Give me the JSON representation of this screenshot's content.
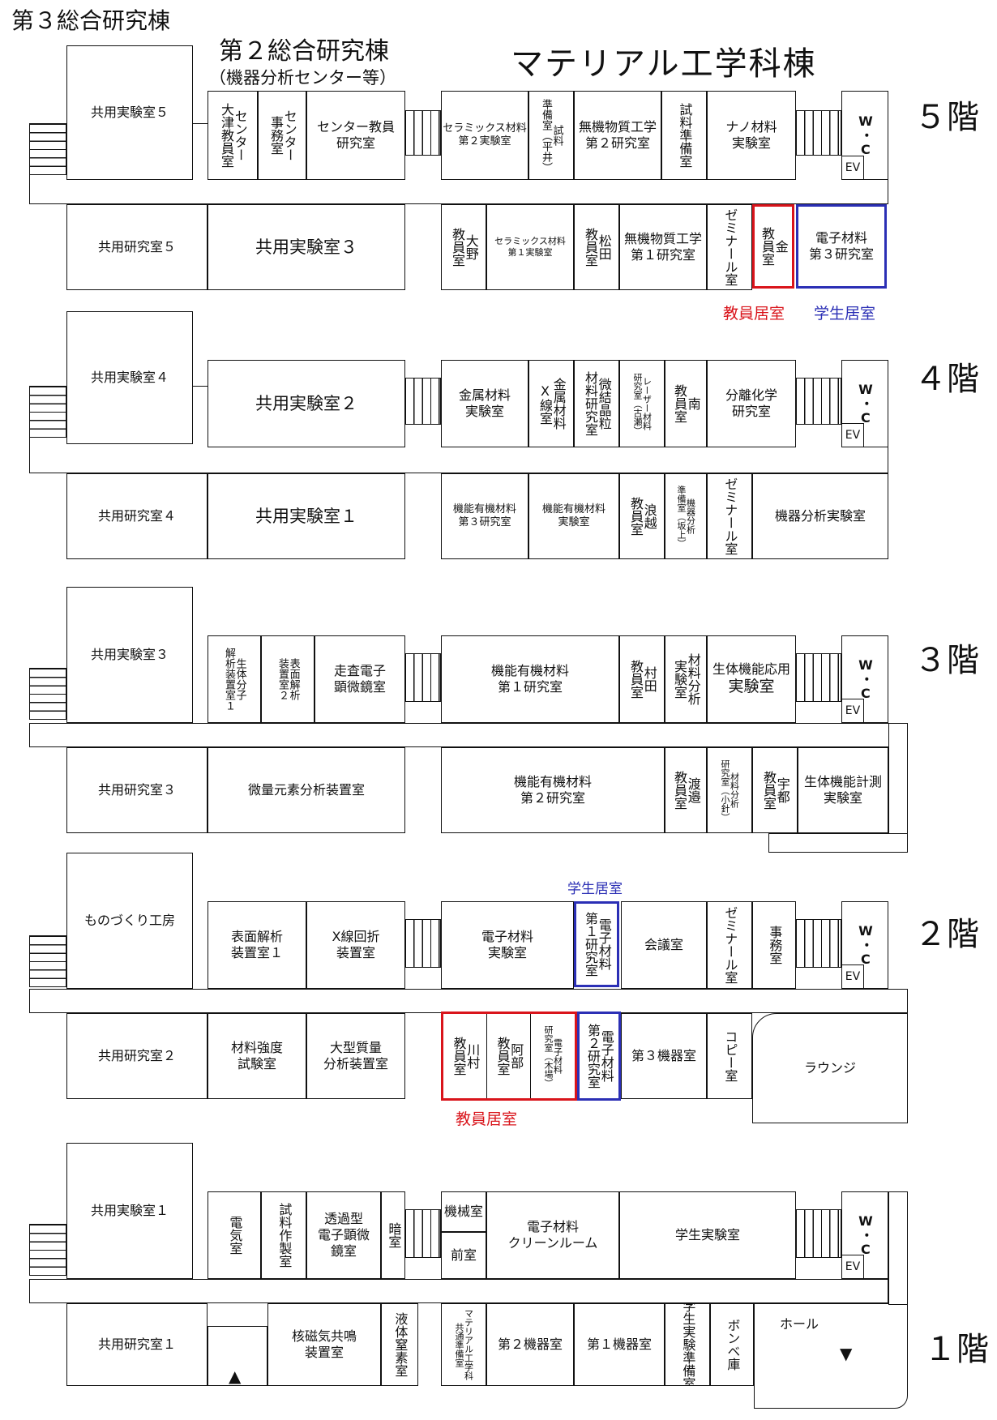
{
  "headings": {
    "bldg3": "第３総合研究棟",
    "bldg2": "第２総合研究棟",
    "bldg2_sub": "（機器分析センター等）",
    "material": "マテリアル工学科棟"
  },
  "floors": {
    "f5": "５階",
    "f4": "４階",
    "f3": "３階",
    "f2": "２階",
    "f1": "１階"
  },
  "legend": {
    "faculty": "教員居室",
    "student": "学生居室"
  },
  "colors": {
    "faculty": "#d9141b",
    "student": "#2b2fb5"
  },
  "rooms": {
    "f5_a": "共用実験室５",
    "f5_b": "センター\n大津教員室",
    "f5_c": "センター\n事務室",
    "f5_d": "センター教員\n研究室",
    "f5_e": "セラミックス材料\n第２実験室",
    "f5_f": "試料\n準備室（平井）",
    "f5_g": "無機物質工学\n第２研究室",
    "f5_h": "試料準備室",
    "f5_i": "ナノ材料\n実験室",
    "f5_j": "W・C",
    "f5_k": "共用研究室５",
    "f5_l": "共用実験室３",
    "f5_m": "大野\n教員室",
    "f5_n": "セラミックス材料\n第１実験室",
    "f5_o": "松田\n教員室",
    "f5_p": "無機物質工学\n第１研究室",
    "f5_q": "ゼミナール室",
    "f5_r": "金\n教員室",
    "f5_s": "電子材料\n第３研究室",
    "f4_a": "共用実験室４",
    "f4_b": "共用実験室２",
    "f4_c": "金属材料\n実験室",
    "f4_d": "金属材料\nX線室",
    "f4_e": "微結晶粒\n材料研究室",
    "f4_f": "レーザー材料\n研究室（古瀬）",
    "f4_g": "南\n教員室",
    "f4_h": "分離化学\n研究室",
    "f4_i": "W・C",
    "f4_j": "共用研究室４",
    "f4_k": "共用実験室１",
    "f4_l": "機能有機材料\n第３研究室",
    "f4_m": "機能有機材料\n実験室",
    "f4_n": "浪越\n教員室",
    "f4_o": "機器分析\n準備室（坂上）",
    "f4_p": "ゼミナール室",
    "f4_q": "機器分析実験室",
    "f3_a": "共用実験室３",
    "f3_b": "生体分子\n解析装置室１",
    "f3_c": "表面解析\n装置室２",
    "f3_d": "走査電子\n顕微鏡室",
    "f3_e": "機能有機材料\n第１研究室",
    "f3_f": "村田\n教員室",
    "f3_g": "材料分析\n実験室",
    "f3_h1": "生体機能応用",
    "f3_h2": "実験室",
    "f3_i": "W・C",
    "f3_j": "共用研究室３",
    "f3_k": "微量元素分析装置室",
    "f3_l": "機能有機材料\n第２研究室",
    "f3_m": "渡邉\n教員室",
    "f3_n": "材料分析\n研究室（小針）",
    "f3_o": "宇都\n教員室",
    "f3_p": "生体機能計測\n実験室",
    "f2_a": "ものづくり工房",
    "f2_b": "表面解析\n装置室１",
    "f2_c": "X線回折\n装置室",
    "f2_d": "電子材料\n実験室",
    "f2_e": "電子材料\n第１研究室",
    "f2_f": "会議室",
    "f2_g": "ゼミナール室",
    "f2_h": "事務室",
    "f2_i": "W・C",
    "f2_j": "共用研究室２",
    "f2_k": "材料強度\n試験室",
    "f2_l": "大型質量\n分析装置室",
    "f2_m": "川村\n教員室",
    "f2_n": "阿部\n教員室",
    "f2_o": "電子材料\n研究室（木場）",
    "f2_p": "電子材料\n第２研究室",
    "f2_q": "第３機器室",
    "f2_r": "コピー室",
    "f2_s": "ラウンジ",
    "f1_a": "共用実験室１",
    "f1_b": "電気室",
    "f1_c": "試料作製室",
    "f1_d": "透過型\n電子顕微\n鏡室",
    "f1_e": "暗室",
    "f1_f": "機械室",
    "f1_g": "前室",
    "f1_h": "電子材料\nクリーンルーム",
    "f1_i": "学生実験室",
    "f1_j": "W・C",
    "f1_k": "共用研究室１",
    "f1_l": "核磁気共鳴\n装置室",
    "f1_m": "液体窒素室",
    "f1_n": "マテリアル工学科\n共通準備室",
    "f1_o": "第２機器室",
    "f1_p": "第１機器室",
    "f1_q": "学生実験準備室",
    "f1_r": "ボンベ庫",
    "f1_s": "ホール"
  },
  "ev_label": "EV"
}
